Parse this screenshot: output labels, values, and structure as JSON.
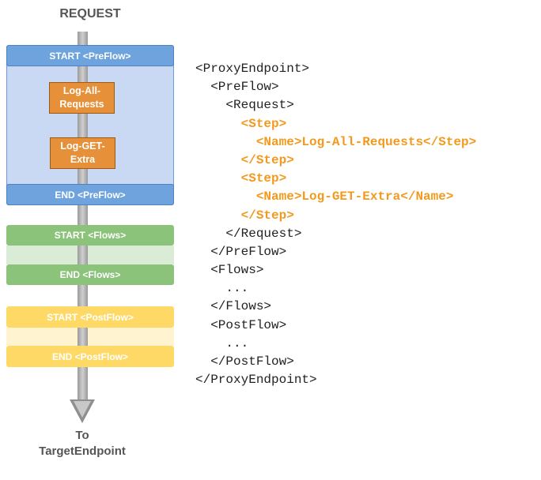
{
  "diagram": {
    "title": "REQUEST",
    "preflow": {
      "start_label": "START <PreFlow>",
      "end_label": "END <PreFlow>",
      "policies": [
        "Log-All-\nRequests",
        "Log-GET-\nExtra"
      ]
    },
    "flows": {
      "start_label": "START <Flows>",
      "end_label": "END <Flows>"
    },
    "postflow": {
      "start_label": "START <PostFlow>",
      "end_label": "END <PostFlow>"
    },
    "destination": "To\nTargetEndpoint"
  },
  "code": [
    {
      "indent": 0,
      "text": "<ProxyEndpoint>",
      "highlight": false
    },
    {
      "indent": 1,
      "text": "<PreFlow>",
      "highlight": false
    },
    {
      "indent": 2,
      "text": "<Request>",
      "highlight": false
    },
    {
      "indent": 3,
      "text": "<Step>",
      "highlight": true
    },
    {
      "indent": 4,
      "text": "<Name>Log-All-Requests</Step>",
      "highlight": true
    },
    {
      "indent": 3,
      "text": "</Step>",
      "highlight": true
    },
    {
      "indent": 3,
      "text": "<Step>",
      "highlight": true
    },
    {
      "indent": 4,
      "text": "<Name>Log-GET-Extra</Name>",
      "highlight": true
    },
    {
      "indent": 3,
      "text": "</Step>",
      "highlight": true
    },
    {
      "indent": 2,
      "text": "</Request>",
      "highlight": false
    },
    {
      "indent": 1,
      "text": "</PreFlow>",
      "highlight": false
    },
    {
      "indent": 1,
      "text": "<Flows>",
      "highlight": false
    },
    {
      "indent": 2,
      "text": "...",
      "highlight": false
    },
    {
      "indent": 1,
      "text": "</Flows>",
      "highlight": false
    },
    {
      "indent": 1,
      "text": "<PostFlow>",
      "highlight": false
    },
    {
      "indent": 2,
      "text": "...",
      "highlight": false
    },
    {
      "indent": 1,
      "text": "</PostFlow>",
      "highlight": false
    },
    {
      "indent": 0,
      "text": "</ProxyEndpoint>",
      "highlight": false
    }
  ],
  "colors": {
    "preflow": "#6fa3de",
    "flows": "#8cc37b",
    "postflow": "#ffd966",
    "policy": "#e6913a",
    "code_highlight": "#f39a1e"
  }
}
